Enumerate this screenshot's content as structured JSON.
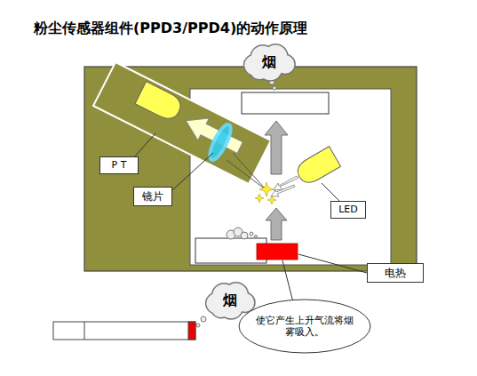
{
  "diagram": {
    "title": "粉尘传感器组件(PPD3/PPD4)的动作原理",
    "nodes": [
      {
        "text": [
          "烟"
        ]
      },
      {
        "text": [
          "P T"
        ]
      },
      {
        "text": [
          "镜片"
        ]
      },
      {
        "text": [
          "LED"
        ]
      },
      {
        "text": [
          "电热"
        ]
      },
      {
        "text": [
          "烟"
        ]
      },
      {
        "text": [
          "使它产生上升气流将烟雾吸入。"
        ]
      }
    ]
  }
}
